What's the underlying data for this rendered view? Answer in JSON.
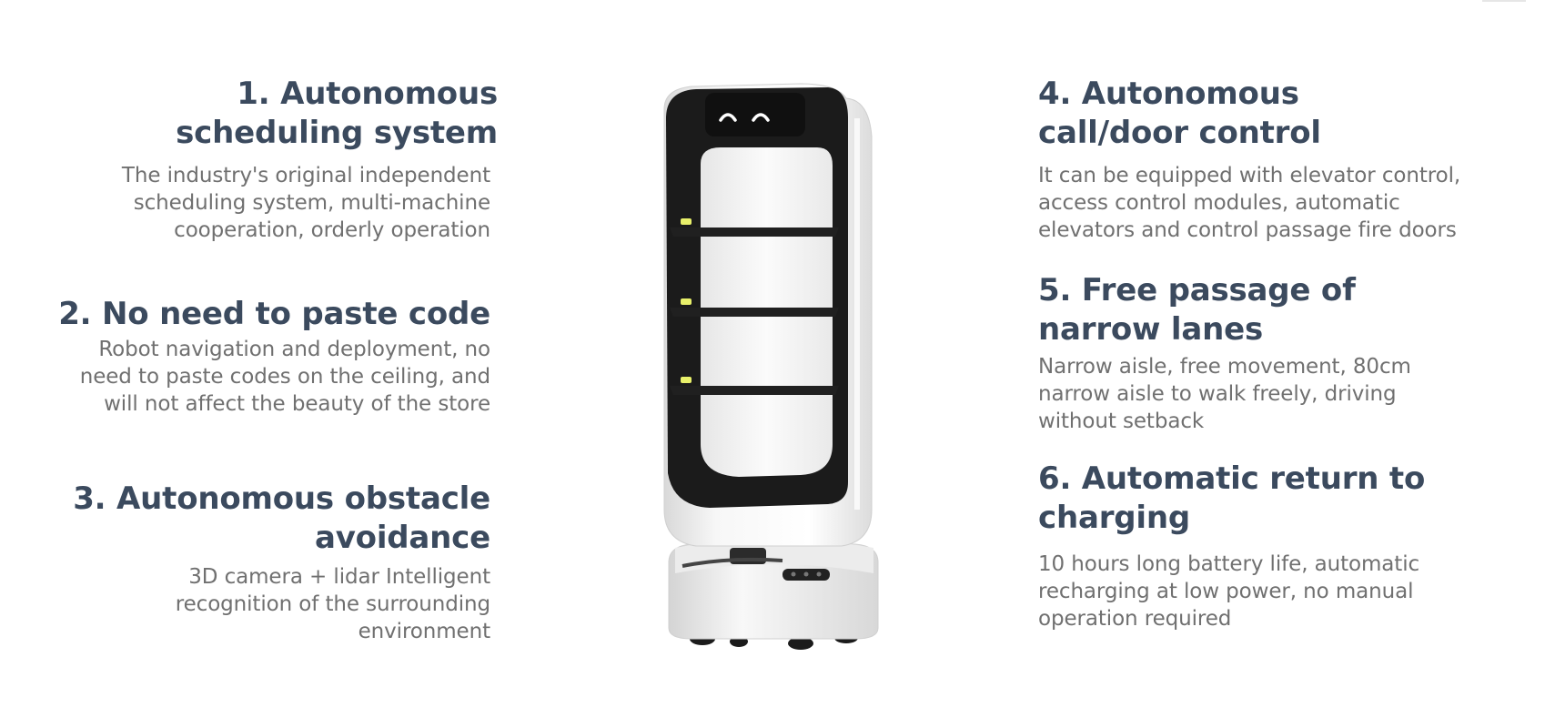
{
  "features": [
    {
      "title_lines": [
        "1. Autonomous",
        "scheduling system"
      ],
      "desc_lines": [
        "The industry's original independent",
        "scheduling system, multi-machine",
        "cooperation, orderly operation"
      ]
    },
    {
      "title_lines": [
        "2. No need to paste code"
      ],
      "desc_lines": [
        "Robot navigation and deployment, no",
        "need to paste codes on the ceiling, and",
        "will not affect the beauty of the store"
      ]
    },
    {
      "title_lines": [
        "3. Autonomous obstacle",
        "avoidance"
      ],
      "desc_lines": [
        "3D camera + lidar Intelligent",
        "recognition of the surrounding",
        "environment"
      ]
    },
    {
      "title_lines": [
        "4. Autonomous",
        "call/door control"
      ],
      "desc_lines": [
        "It can be equipped with elevator control,",
        "access control modules, automatic",
        "elevators and control passage fire doors"
      ]
    },
    {
      "title_lines": [
        "5. Free passage of",
        "narrow lanes"
      ],
      "desc_lines": [
        "Narrow aisle, free movement, 80cm",
        "narrow aisle to walk freely, driving",
        "without setback"
      ]
    },
    {
      "title_lines": [
        "6. Automatic return to",
        "charging"
      ],
      "desc_lines": [
        "10 hours long battery life, automatic",
        "recharging at low power, no manual",
        "operation required"
      ]
    }
  ],
  "colors": {
    "title": "#3b4a5e",
    "description": "#707070",
    "robot_body": "#f4f4f4",
    "robot_frame": "#1b1b1b",
    "indicator_light": "#e8f06a"
  }
}
